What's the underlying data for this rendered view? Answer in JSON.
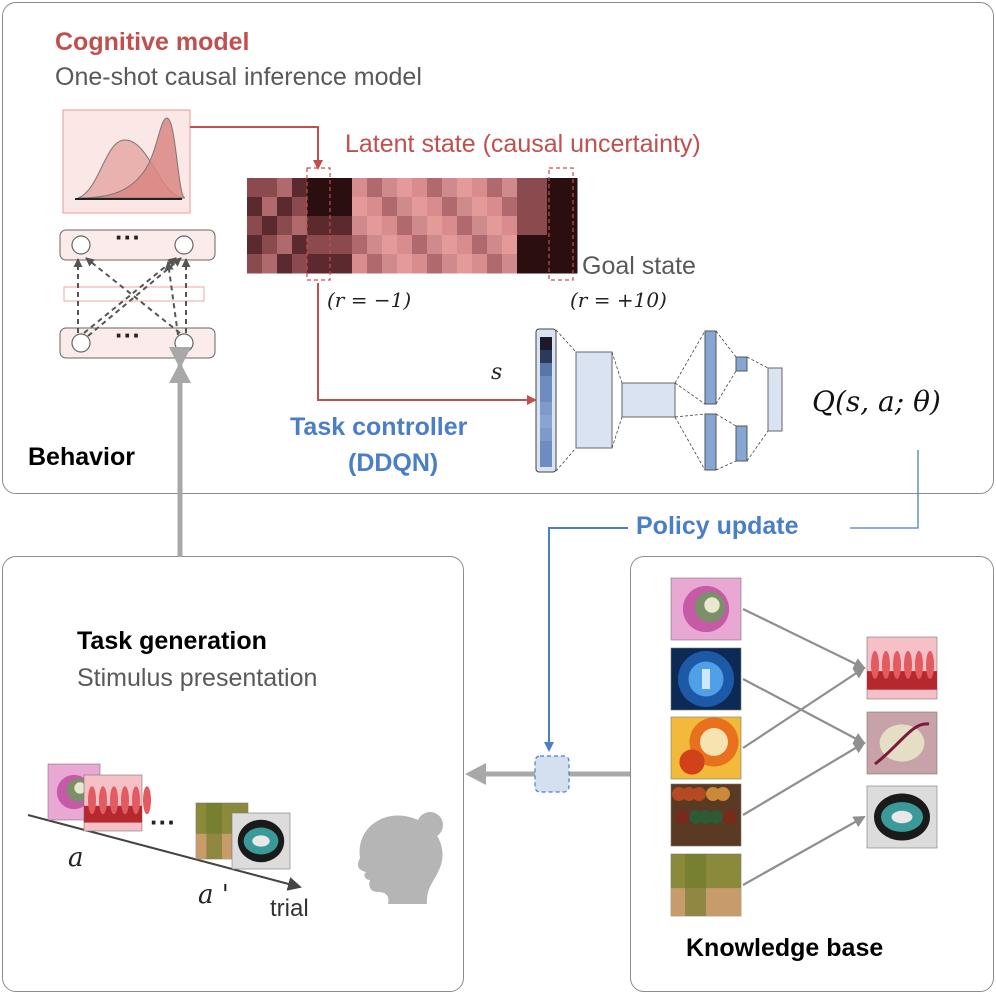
{
  "colors": {
    "red": "#c0504d",
    "blue": "#4a7ec8",
    "gray_text": "#595959",
    "arrow_gray": "#999999",
    "panel_border": "#8c8c8c"
  },
  "top_panel": {
    "cognitive_title": "Cognitive model",
    "cognitive_subtitle": "One-shot causal inference model",
    "latent_label": "Latent state (causal uncertainty)",
    "goal_label": "Goal state",
    "reward_left": "(r = −1)",
    "reward_right": "(r = +10)",
    "state_symbol": "s",
    "controller_title": "Task controller",
    "controller_subtitle": "(DDQN)",
    "q_function": "Q(s, a; θ)",
    "behavior_label": "Behavior",
    "dots": "···"
  },
  "policy_update_label": "Policy update",
  "task_panel": {
    "title": "Task generation",
    "subtitle": "Stimulus presentation",
    "action_a": "a",
    "action_a_prime": "a '",
    "trial_label": "trial",
    "dots": "···"
  },
  "knowledge_panel": {
    "title": "Knowledge base",
    "source_images": [
      "fractal-spiral-pink",
      "fractal-blue-star",
      "fractal-orange-spiral",
      "fractal-brown-leaves",
      "fractal-green-mesh"
    ],
    "target_images": [
      "fractal-red-fronds",
      "fractal-pink-leaf",
      "fractal-spiky-oval"
    ]
  }
}
